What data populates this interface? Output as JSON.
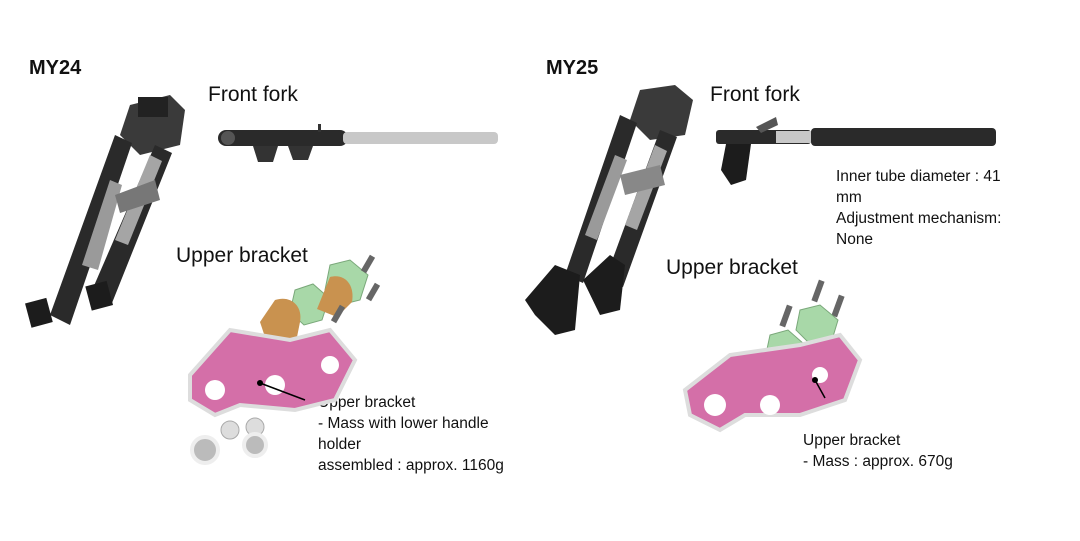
{
  "my24": {
    "label": "MY24",
    "front_fork_title": "Front fork",
    "upper_bracket_title": "Upper bracket",
    "callout": "Upper bracket\n- Mass with lower handle\nholder\n  assembled : approx. 1160g"
  },
  "my25": {
    "label": "MY25",
    "front_fork_title": "Front fork",
    "fork_specs": "Inner tube diameter : 41\nmm\nAdjustment mechanism:\nNone",
    "upper_bracket_title": "Upper bracket",
    "callout": "Upper bracket\n- Mass : approx. 670g"
  },
  "colors": {
    "bracket": "#d46fa8",
    "holder": "#c9924f",
    "clamp": "#a8d8a8",
    "fork_dark": "#2a2a2a",
    "tube": "#c8c8c8"
  }
}
